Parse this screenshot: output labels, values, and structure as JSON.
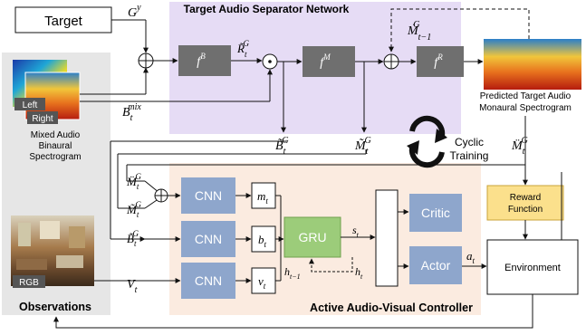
{
  "target_label": "Target",
  "g_y": "G",
  "g_y_sup": "y",
  "separator": {
    "title": "Target Audio Separator Network",
    "fB": "f",
    "fB_sup": "B",
    "fM": "f",
    "fM_sup": "M",
    "fR": "f",
    "fR_sup": "R",
    "R_tilde": "R̃",
    "R_tilde_sub": "t",
    "R_tilde_sup": "G",
    "M_dot_prev": "Ṁ",
    "M_dot_prev_sub": "t−1",
    "M_dot_prev_sup": "G"
  },
  "observations": {
    "label": "Observations",
    "left": "Left",
    "right": "Right",
    "mixed_caption": [
      "Mixed Audio",
      "Binaural",
      "Spectrogram"
    ],
    "rgb": "RGB"
  },
  "b_mix": "B",
  "b_mix_sub": "t",
  "b_mix_sup": "mix",
  "predicted_caption": [
    "Predicted Target Audio",
    "Monaural Spectrogram"
  ],
  "cyclic": [
    "Cyclic",
    "Training"
  ],
  "B_tilde": "B̃",
  "M_tilde": "M̃",
  "M_ddot": "M̈",
  "sub_t": "t",
  "sup_G": "G",
  "controller": {
    "title": "Active Audio-Visual Controller",
    "cnn": "CNN",
    "gru": "GRU",
    "critic": "Critic",
    "actor": "Actor",
    "m": "m",
    "b": "b",
    "v": "v",
    "s": "s",
    "a": "a",
    "h_prev": "h",
    "h_prev_sub": "t−1",
    "h": "h",
    "V": "V"
  },
  "reward": [
    "Reward",
    "Function"
  ],
  "environment": "Environment",
  "colors": {
    "separator_bg": "#e6dcf5",
    "controller_bg": "#fbebe0",
    "observations_bg": "#e6e6e6",
    "dark_block": "#6f6f6f",
    "cnn_blue": "#8ea6cc",
    "gru_green": "#9ccc7a",
    "critic_blue": "#8ea6cc",
    "reward_yellow": "#fbe08c"
  }
}
